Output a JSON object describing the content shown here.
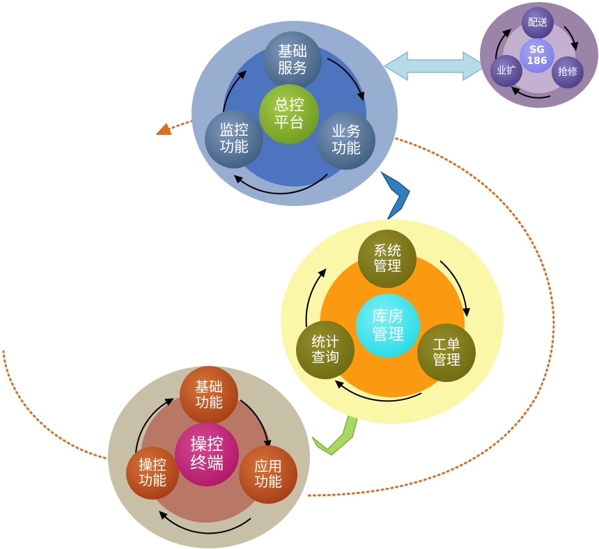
{
  "colors": {
    "dotted_path": "#e06a1e",
    "top_outer": "#97aed1",
    "top_inner": "#4d74be",
    "top_node": "#3f5d80",
    "top_center": "#6f9b1f",
    "sg_outer": "#9b84a8",
    "sg_inner": "#c4b1cf",
    "sg_node": "#4b3d85",
    "sg_center": "#7d7de6",
    "mid_outer": "#fbf7a8",
    "mid_inner": "#fb9a10",
    "mid_node": "#6f6a12",
    "mid_center": "#25dbe6",
    "bot_outer": "#c8bfa7",
    "bot_inner": "#b97766",
    "bot_node": "#a53d14",
    "bot_center": "#b01668",
    "arrow_light_blue": "#b6dbe6",
    "arrow_dark_blue": "#2f7fbd",
    "arrow_green": "#a8d860"
  },
  "top_cluster": {
    "center": "总控\n平台",
    "nodes": [
      "基础\n服务",
      "监控\n功能",
      "业务\n功能"
    ]
  },
  "sg_cluster": {
    "center": "SG\n186",
    "nodes": [
      "配送",
      "业扩",
      "抢修"
    ]
  },
  "mid_cluster": {
    "center": "库房\n管理",
    "nodes": [
      "系统\n管理",
      "统计\n查询",
      "工单\n管理"
    ]
  },
  "bottom_cluster": {
    "center": "操控\n终端",
    "nodes": [
      "基础\n功能",
      "操控\n功能",
      "应用\n功能"
    ]
  }
}
